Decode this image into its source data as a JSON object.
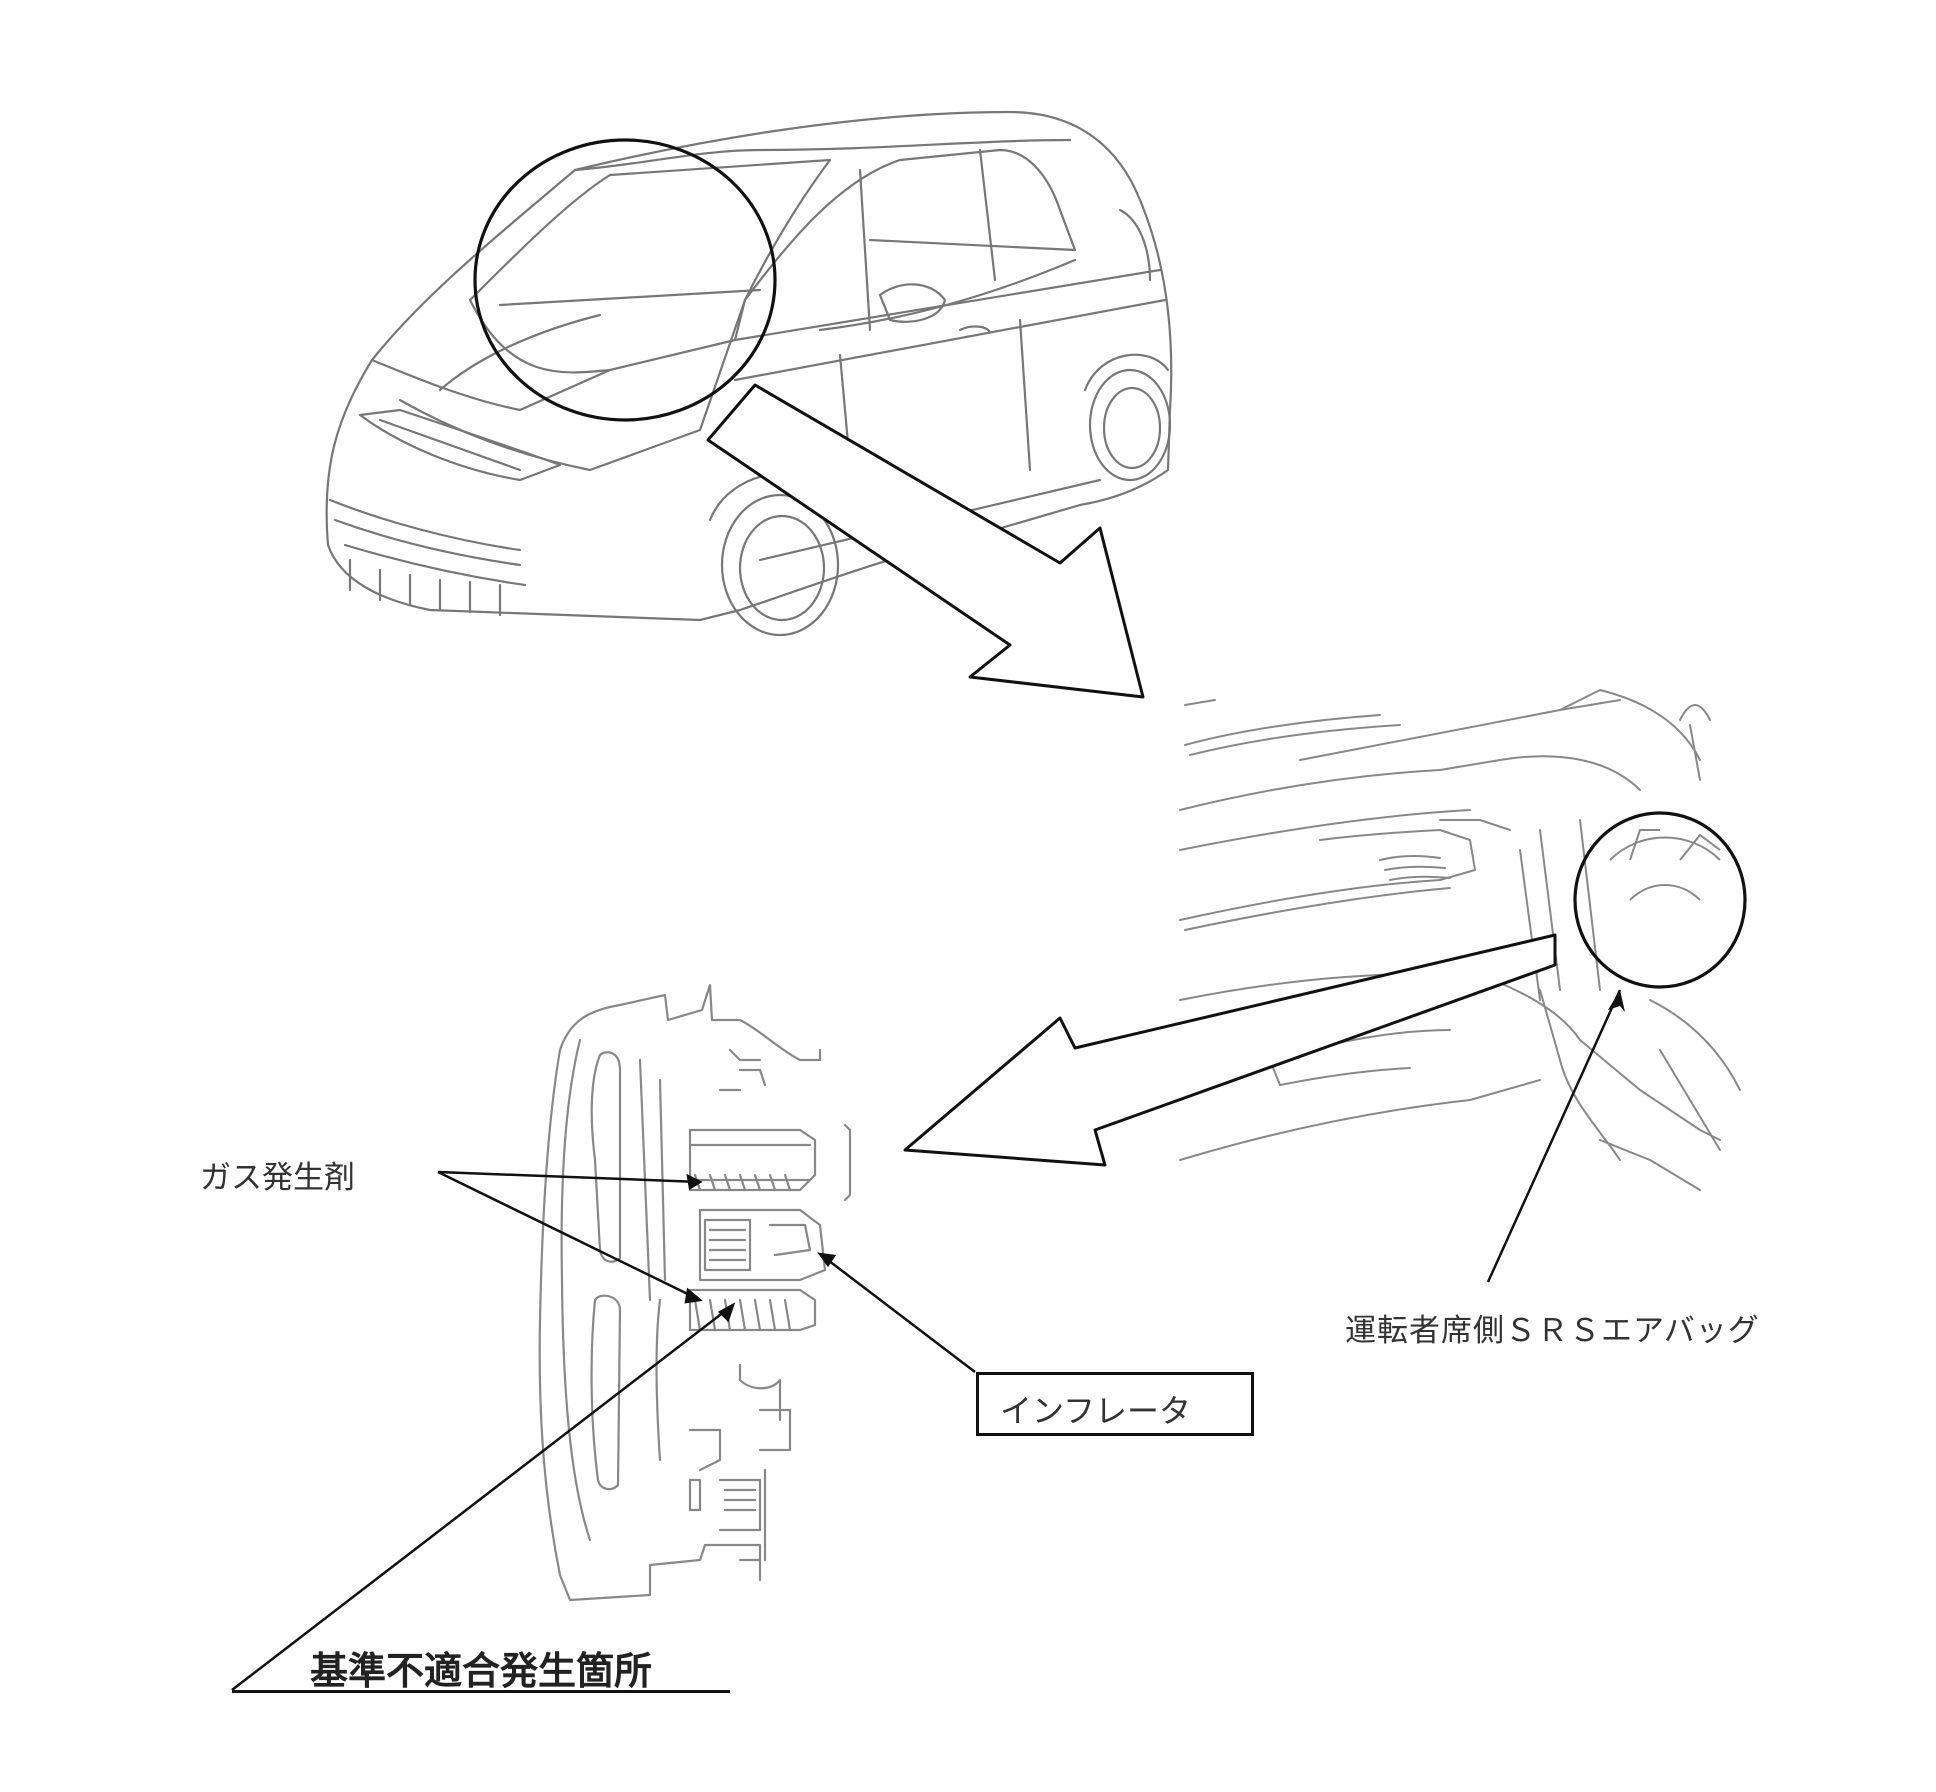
{
  "labels": {
    "gas_generant": "ガス発生剤",
    "driver_airbag": "運転者席側ＳＲＳエアバッグ",
    "inflator": "インフレータ",
    "nonconformity_location": "基準不適合発生箇所"
  },
  "icons": [
    "car-illustration",
    "dashboard-illustration",
    "airbag-module-illustration",
    "pointer-arrow-icon"
  ],
  "colors": {
    "line": "#222222",
    "detail": "#888888",
    "background": "#ffffff"
  }
}
